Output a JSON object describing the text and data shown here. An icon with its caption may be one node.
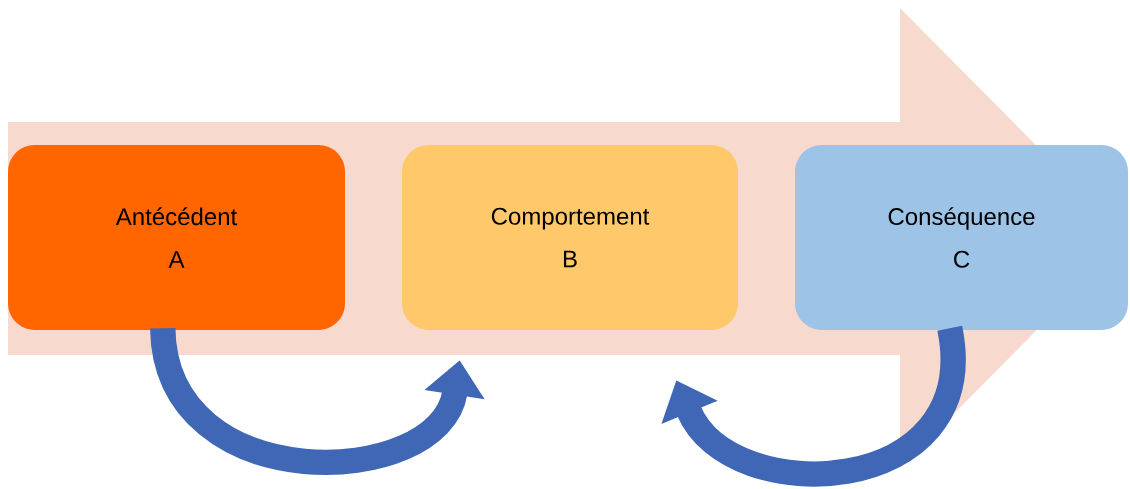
{
  "diagram": {
    "nodes": [
      {
        "text": [
          "Antécédent",
          "A"
        ]
      },
      {
        "text": [
          "Comportement",
          "B"
        ]
      },
      {
        "text": [
          "Conséquence",
          "C"
        ]
      }
    ],
    "edges": [
      {
        "from": 0,
        "to": 2,
        "arrow": "to",
        "color": "#f8d9cd",
        "style": "thick"
      },
      {
        "from": 0,
        "to": 1,
        "arrow": "to"
      },
      {
        "from": 2,
        "to": 1,
        "arrow": "to"
      }
    ]
  }
}
